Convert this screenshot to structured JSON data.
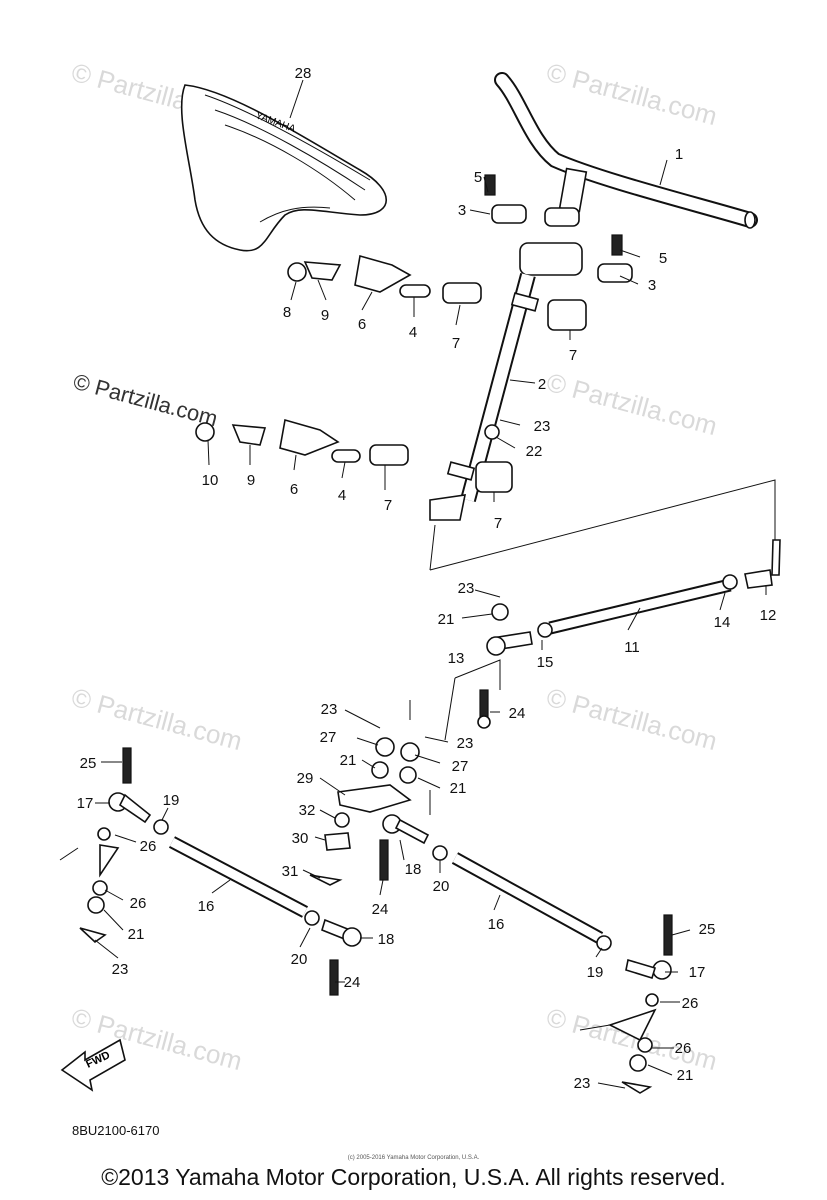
{
  "watermark": {
    "short": "© Partzilla.com",
    "big": "© Partzilla.com"
  },
  "diagram_code": "8BU2100-6170",
  "fwd_label": "FWD",
  "seat_brand": "YAMAHA",
  "copyright": "©2013 Yamaha Motor Corporation, U.S.A. All rights reserved.",
  "copyright_small": "(c) 2005-2016 Yamaha Motor Corporation, U.S.A.",
  "labels": [
    "28",
    "1",
    "5",
    "3",
    "5",
    "3",
    "8",
    "9",
    "6",
    "4",
    "7",
    "7",
    "2",
    "23",
    "22",
    "7",
    "10",
    "9",
    "6",
    "4",
    "7",
    "23",
    "21",
    "13",
    "15",
    "11",
    "14",
    "12",
    "24",
    "23",
    "27",
    "23",
    "27",
    "21",
    "21",
    "29",
    "32",
    "30",
    "31",
    "18",
    "20",
    "24",
    "25",
    "17",
    "19",
    "26",
    "26",
    "21",
    "23",
    "16",
    "20",
    "18",
    "24",
    "16",
    "19",
    "25",
    "17",
    "26",
    "26",
    "21",
    "23"
  ]
}
